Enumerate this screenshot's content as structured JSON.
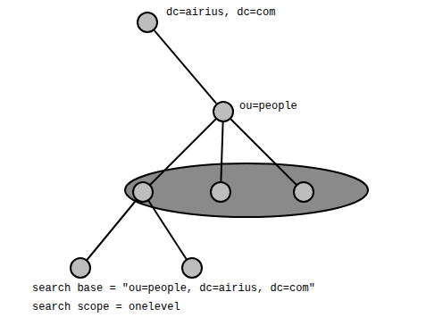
{
  "diagram": {
    "nodes": [
      {
        "text": [
          "dc=airius, dc=com"
        ]
      },
      {
        "text": [
          "ou=people"
        ]
      }
    ],
    "edges": [
      {
        "from": 0,
        "to": 1,
        "arrow": "none"
      }
    ],
    "labels": [
      "search base = \"ou=people, dc=airius, dc=com\"",
      "search scope = onelevel"
    ]
  }
}
